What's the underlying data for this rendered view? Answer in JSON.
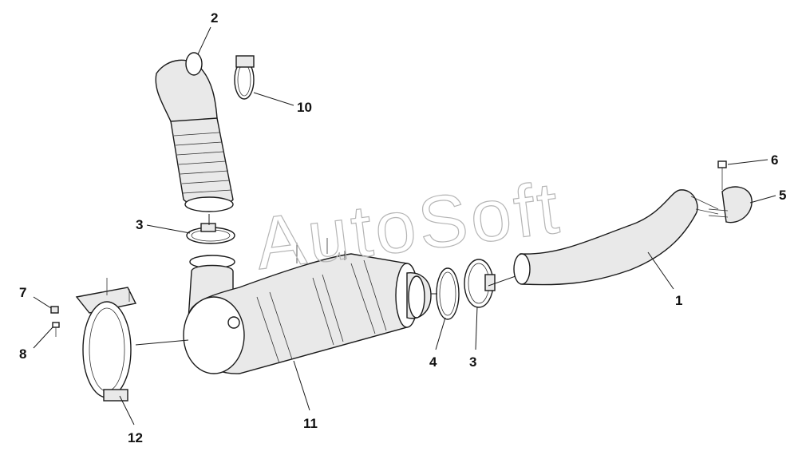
{
  "watermark": "AutoSoft",
  "callouts": [
    {
      "id": "1",
      "label": "1"
    },
    {
      "id": "2",
      "label": "2"
    },
    {
      "id": "3a",
      "label": "3"
    },
    {
      "id": "3b",
      "label": "3"
    },
    {
      "id": "4",
      "label": "4"
    },
    {
      "id": "5",
      "label": "5"
    },
    {
      "id": "6",
      "label": "6"
    },
    {
      "id": "7",
      "label": "7"
    },
    {
      "id": "8",
      "label": "8"
    },
    {
      "id": "10",
      "label": "10"
    },
    {
      "id": "11",
      "label": "11"
    },
    {
      "id": "12",
      "label": "12"
    }
  ]
}
